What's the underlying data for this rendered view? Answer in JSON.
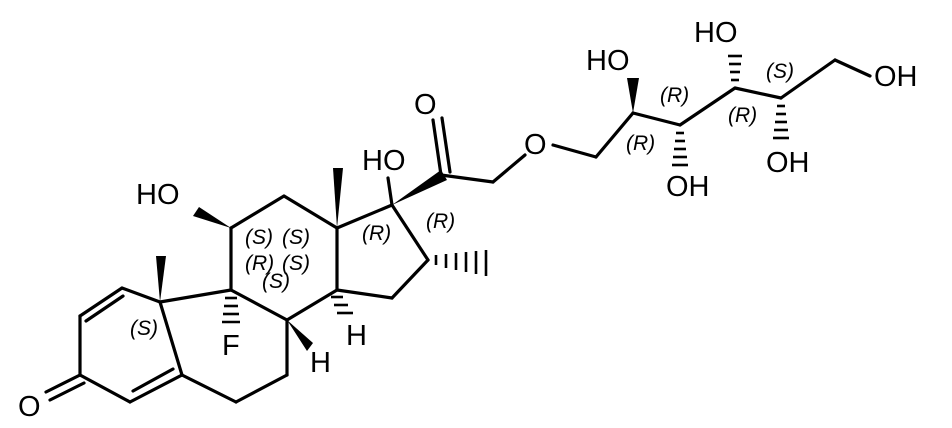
{
  "molecule": {
    "atoms": {
      "HO_c11": "HO",
      "F": "F",
      "O_keto3": "O",
      "H_c8": "H",
      "H_c14": "H",
      "HO_c17": "HO",
      "O_c20": "O",
      "O_ether": "O",
      "HO_c2p": "HO",
      "HO_c4p": "HO",
      "OH_c3p": "OH",
      "OH_c5p": "OH",
      "OH_c6p": "OH"
    },
    "stereo": {
      "s_c10": "(S)",
      "s_c11": "(S)",
      "s_c13": "(S)",
      "s_c9": "(R)",
      "s_c14": "(S)",
      "s_c8": "(S)",
      "s_c17": "(R)",
      "s_c16": "(R)",
      "s_c2p": "(R)",
      "s_c3p": "(R)",
      "s_c4p": "(R)",
      "s_c5p": "(S)"
    }
  }
}
